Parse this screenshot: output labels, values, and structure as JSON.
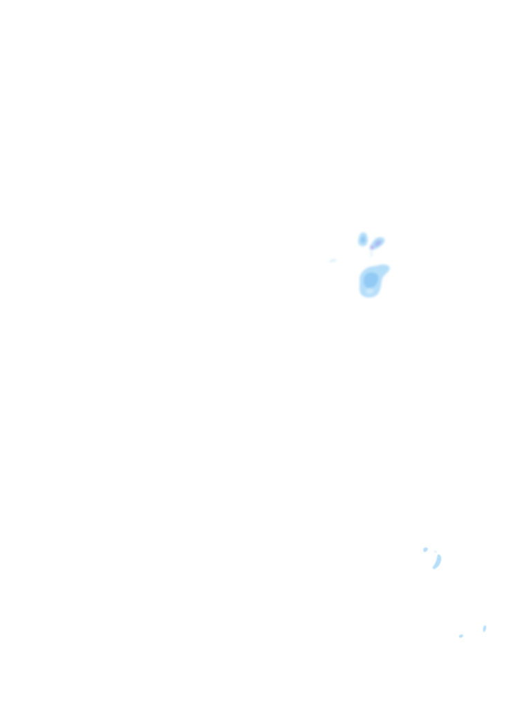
{
  "map": {
    "background_color": "#ffffff",
    "layer": "precipitation-radar-overlay",
    "palette": {
      "light": "#d4ecfc",
      "mid": "#a8d8f8",
      "core": "#8ec9f4",
      "accent": "#a9b8f2",
      "hotspot": "#c6a6e6"
    },
    "echo_intensity_levels": [
      "light",
      "mid",
      "core",
      "accent",
      "hotspot"
    ]
  }
}
